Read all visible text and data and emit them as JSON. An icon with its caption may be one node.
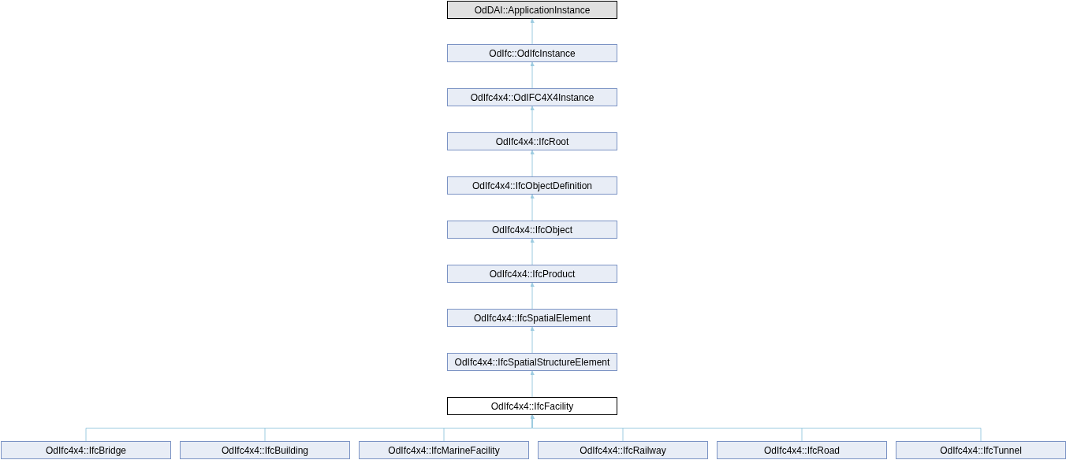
{
  "diagram": {
    "nodes": [
      {
        "text": [
          "OdDAI::ApplicationInstance"
        ]
      },
      {
        "text": [
          "OdIfc::OdIfcInstance"
        ]
      },
      {
        "text": [
          "OdIfc4x4::OdIFC4X4Instance"
        ]
      },
      {
        "text": [
          "OdIfc4x4::IfcRoot"
        ]
      },
      {
        "text": [
          "OdIfc4x4::IfcObjectDefinition"
        ]
      },
      {
        "text": [
          "OdIfc4x4::IfcObject"
        ]
      },
      {
        "text": [
          "OdIfc4x4::IfcProduct"
        ]
      },
      {
        "text": [
          "OdIfc4x4::IfcSpatialElement"
        ]
      },
      {
        "text": [
          "OdIfc4x4::IfcSpatialStructureElement"
        ]
      },
      {
        "text": [
          "OdIfc4x4::IfcFacility"
        ]
      },
      {
        "text": [
          "OdIfc4x4::IfcBridge"
        ]
      },
      {
        "text": [
          "OdIfc4x4::IfcBuilding"
        ]
      },
      {
        "text": [
          "OdIfc4x4::IfcMarineFacility"
        ]
      },
      {
        "text": [
          "OdIfc4x4::IfcRailway"
        ]
      },
      {
        "text": [
          "OdIfc4x4::IfcRoad"
        ]
      },
      {
        "text": [
          "OdIfc4x4::IfcTunnel"
        ]
      }
    ],
    "edges": [
      {
        "from": 1,
        "to": 0,
        "arrow": "to"
      },
      {
        "from": 2,
        "to": 1,
        "arrow": "to"
      },
      {
        "from": 3,
        "to": 2,
        "arrow": "to"
      },
      {
        "from": 4,
        "to": 3,
        "arrow": "to"
      },
      {
        "from": 5,
        "to": 4,
        "arrow": "to"
      },
      {
        "from": 6,
        "to": 5,
        "arrow": "to"
      },
      {
        "from": 7,
        "to": 6,
        "arrow": "to"
      },
      {
        "from": 8,
        "to": 7,
        "arrow": "to"
      },
      {
        "from": 9,
        "to": 8,
        "arrow": "to"
      },
      {
        "from": 10,
        "to": 9,
        "arrow": "to"
      },
      {
        "from": 11,
        "to": 9,
        "arrow": "to"
      },
      {
        "from": 12,
        "to": 9,
        "arrow": "to"
      },
      {
        "from": 13,
        "to": 9,
        "arrow": "to"
      },
      {
        "from": 14,
        "to": 9,
        "arrow": "to"
      },
      {
        "from": 15,
        "to": 9,
        "arrow": "to"
      }
    ]
  }
}
